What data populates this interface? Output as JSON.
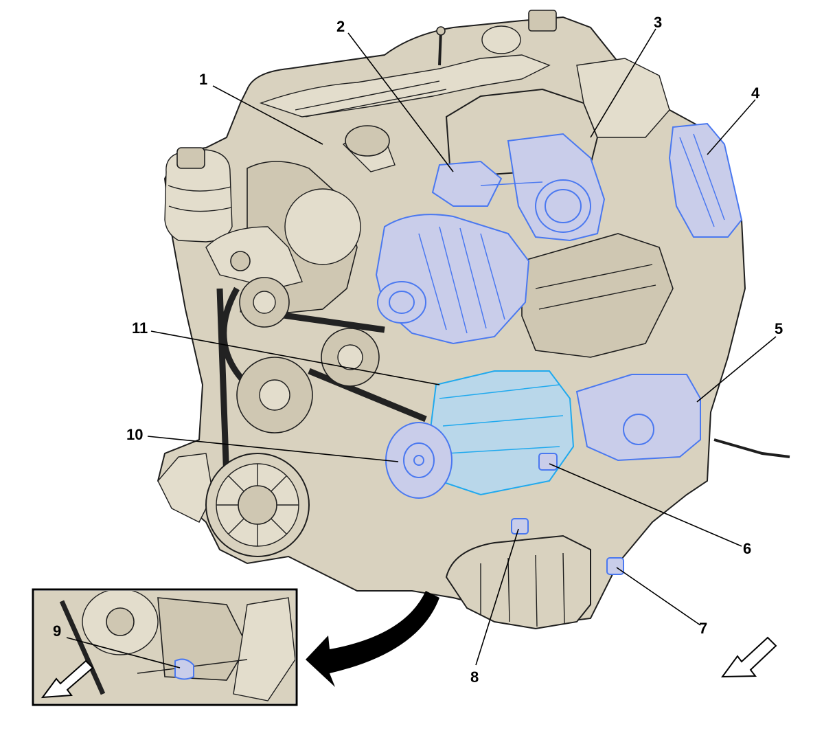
{
  "diagram": {
    "callouts": [
      {
        "id": "1",
        "label": "1"
      },
      {
        "id": "2",
        "label": "2"
      },
      {
        "id": "3",
        "label": "3"
      },
      {
        "id": "4",
        "label": "4"
      },
      {
        "id": "5",
        "label": "5"
      },
      {
        "id": "6",
        "label": "6"
      },
      {
        "id": "7",
        "label": "7"
      },
      {
        "id": "8",
        "label": "8"
      },
      {
        "id": "9",
        "label": "9"
      },
      {
        "id": "10",
        "label": "10"
      },
      {
        "id": "11",
        "label": "11"
      }
    ],
    "colors": {
      "background": "#ffffff",
      "engine_fill": "#d9d2bf",
      "outline": "#1e1e1e",
      "highlight_blue": "#4a78f0",
      "highlight_cyan": "#1fa9ee",
      "callout_text": "#000000"
    },
    "icons": [
      "direction-arrow-icon",
      "curved-pointer-arrow-icon"
    ]
  }
}
